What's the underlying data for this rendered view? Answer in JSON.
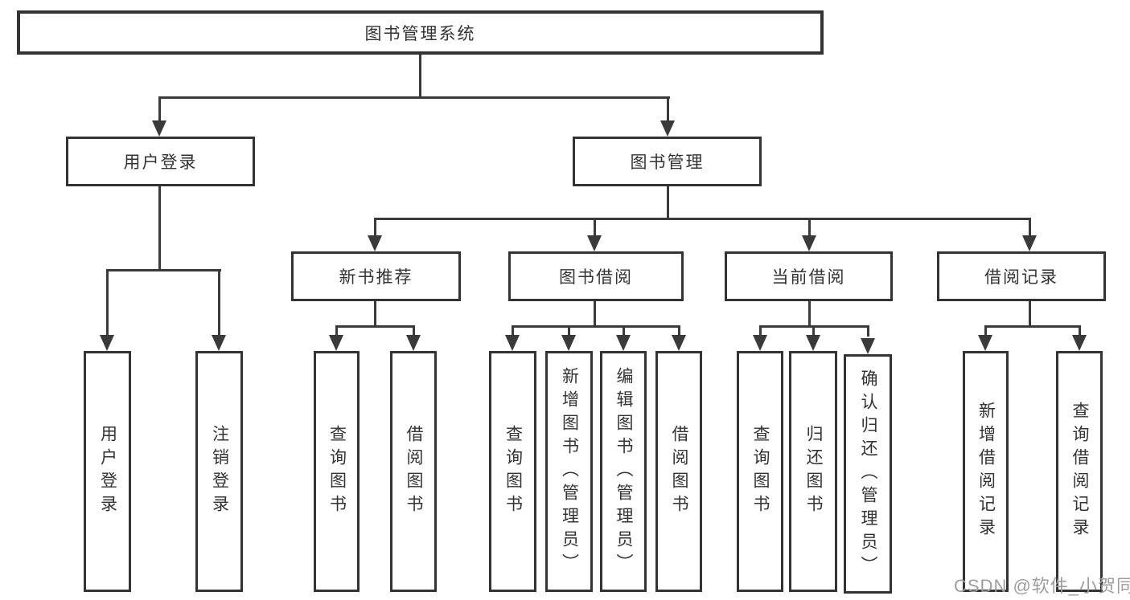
{
  "diagram": {
    "root": {
      "label": "图书管理系统"
    },
    "level2": [
      {
        "label": "用户登录"
      },
      {
        "label": "图书管理"
      }
    ],
    "level3": [
      {
        "label": "新书推荐"
      },
      {
        "label": "图书借阅"
      },
      {
        "label": "当前借阅"
      },
      {
        "label": "借阅记录"
      }
    ],
    "leaves": [
      {
        "label": "用户登录"
      },
      {
        "label": "注销登录"
      },
      {
        "label": "查询图书"
      },
      {
        "label": "借阅图书"
      },
      {
        "label": "查询图书"
      },
      {
        "label": "新增图书（管理员）"
      },
      {
        "label": "编辑图书（管理员）"
      },
      {
        "label": "借阅图书"
      },
      {
        "label": "查询图书"
      },
      {
        "label": "归还图书"
      },
      {
        "label": "确认归还（管理员）"
      },
      {
        "label": "新增借阅记录"
      },
      {
        "label": "查询借阅记录"
      }
    ]
  },
  "watermark": {
    "text": "CSDN @软件_小贺同学"
  },
  "colors": {
    "line": "#3a3a3a",
    "box_border": "#333333",
    "text": "#333333",
    "watermark": "#9e9e9e",
    "background": "#ffffff"
  }
}
